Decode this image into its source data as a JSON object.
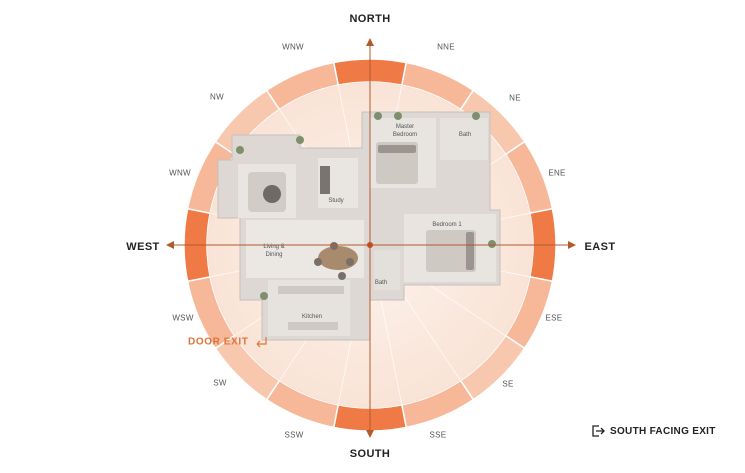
{
  "cardinals": {
    "north": "NORTH",
    "south": "SOUTH",
    "east": "EAST",
    "west": "WEST"
  },
  "intercardinals": {
    "wnw_top": "WNW",
    "nne": "NNE",
    "nw": "NW",
    "ne": "NE",
    "wnw": "WNW",
    "ene": "ENE",
    "wsw": "WSW",
    "ese": "ESE",
    "sw": "SW",
    "se": "SE",
    "ssw": "SSW",
    "sse": "SSE"
  },
  "door_exit": "DOOR EXIT",
  "south_facing_exit": "SOUTH FACING EXIT",
  "rooms": {
    "master": "Master\nBedroom",
    "bath_top": "Bath",
    "study": "Study",
    "bedroom1": "Bedroom 1",
    "living": "Living &\nDining",
    "bath_bottom": "Bath",
    "kitchen": "Kitchen"
  },
  "colors": {
    "accent": "#e8733d",
    "ring": "#f6b899",
    "disc": "#fbe9df",
    "axis": "#b35a2b"
  },
  "icons": {
    "door": "door-arrow-icon",
    "exit": "exit-icon"
  }
}
